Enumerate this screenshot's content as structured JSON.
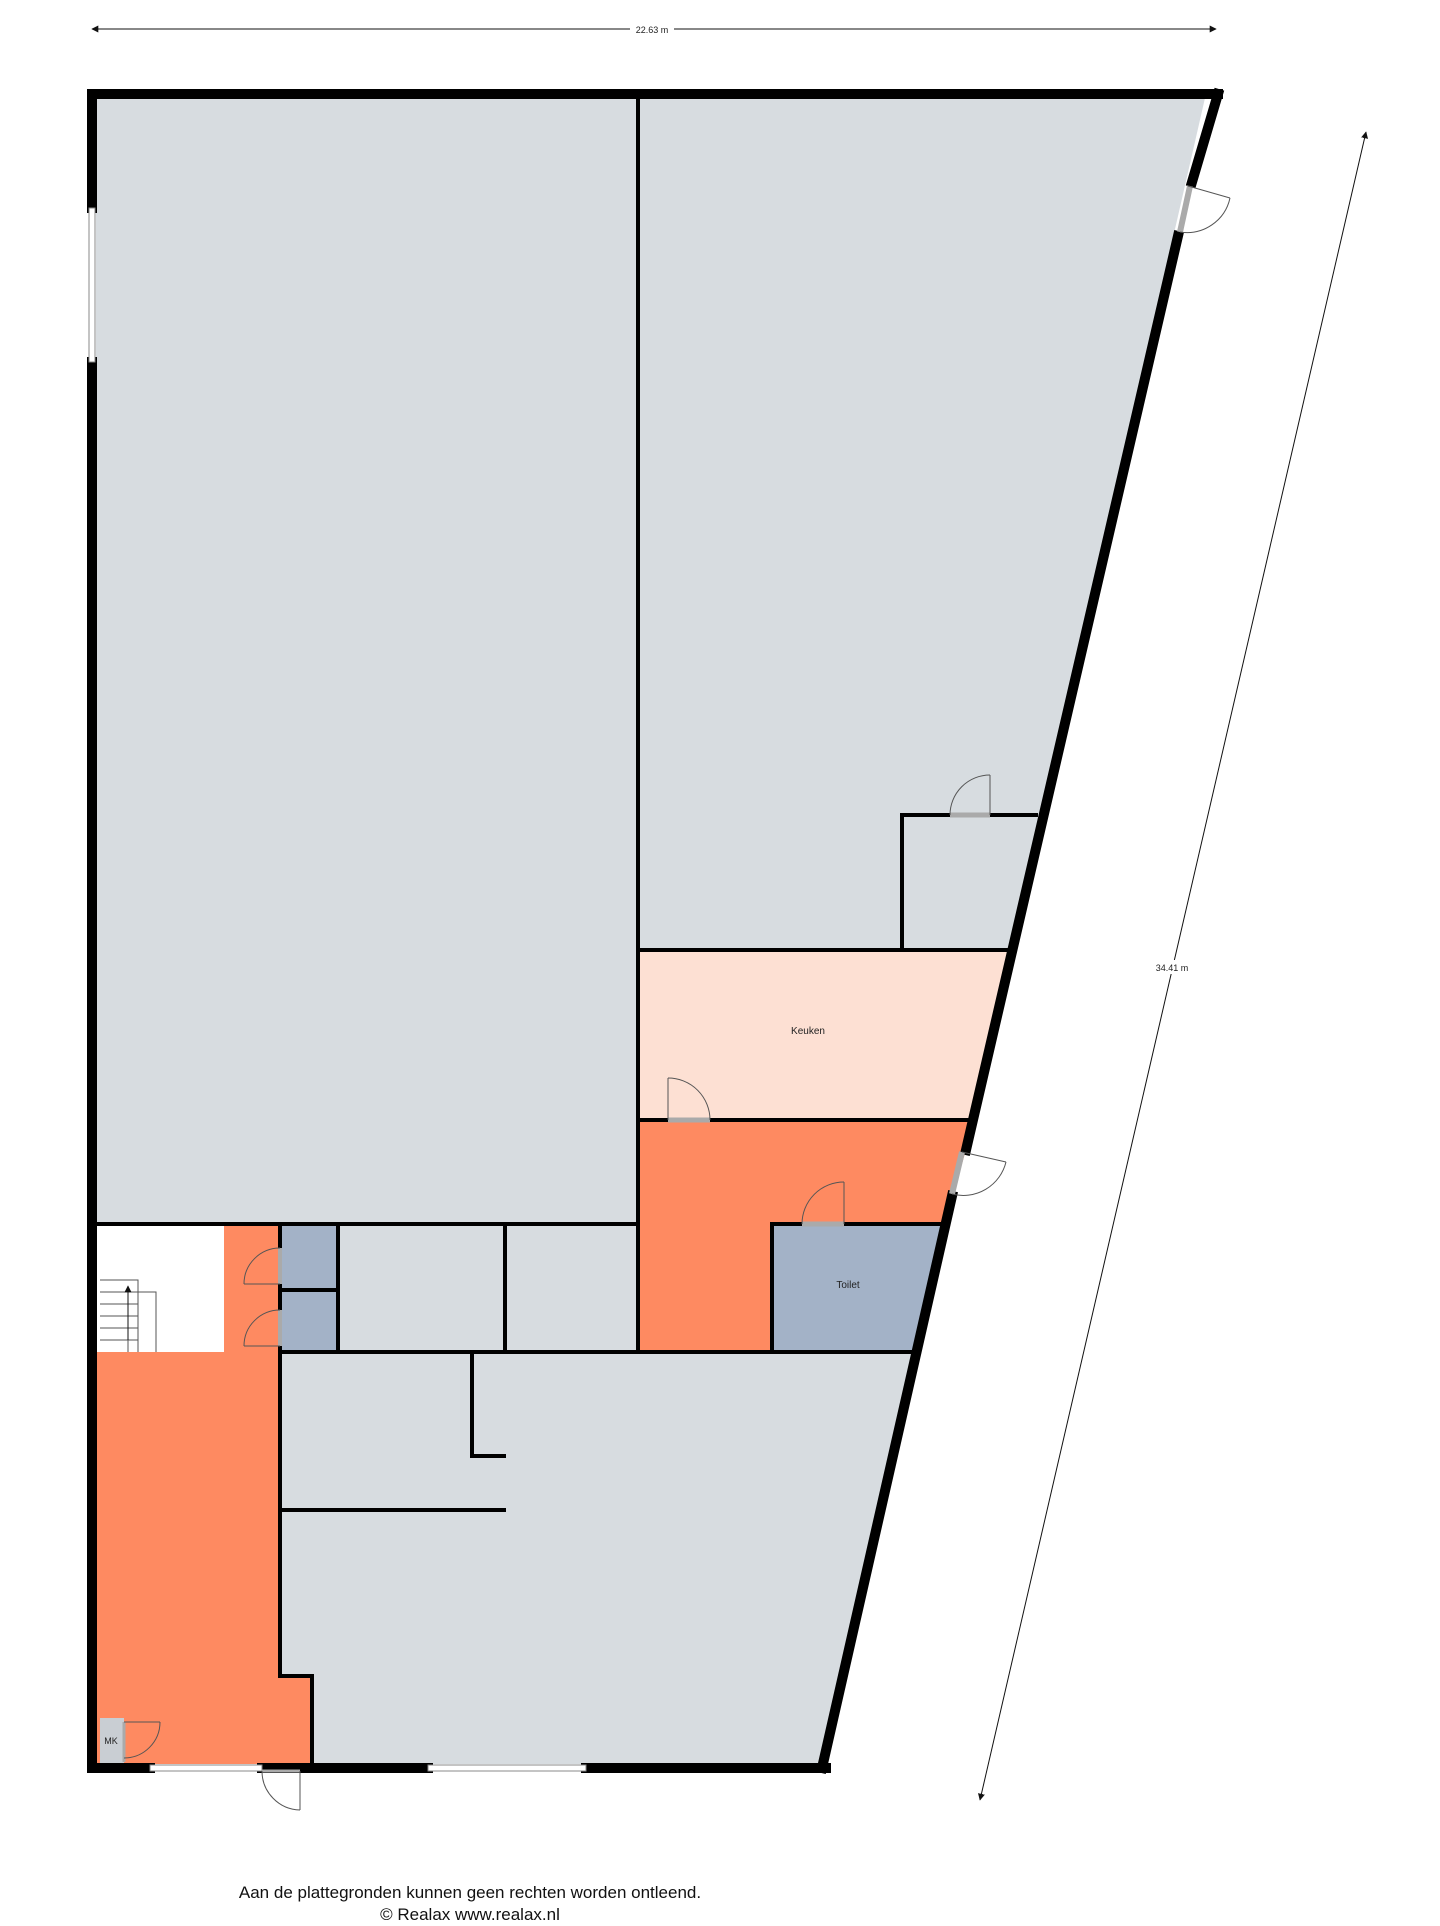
{
  "dimensions": {
    "width_label": "22.63 m",
    "depth_label": "34.41 m"
  },
  "rooms": {
    "kitchen": "Keuken",
    "toilet": "Toilet",
    "meter_cupboard": "MK"
  },
  "colors": {
    "gray_room": "#d7dce0",
    "orange_room": "#fe8a61",
    "kitchen_room": "#fde0d3",
    "blue_room": "#a3b2c7",
    "wall": "#000000"
  },
  "footer": {
    "disclaimer": "Aan de plattegronden kunnen geen rechten worden ontleend.",
    "copyright": "© Realax www.realax.nl"
  }
}
